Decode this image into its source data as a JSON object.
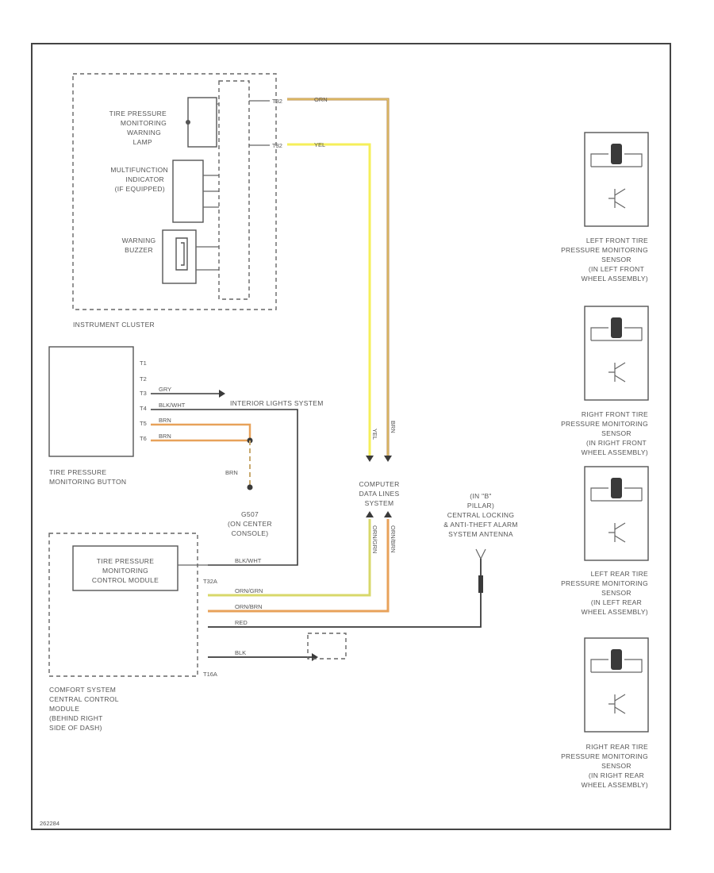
{
  "colors": {
    "gray_wire": "#3a3a3a",
    "yellow_wire": "#f5ef5a",
    "orange_wire": "#e8a25a",
    "brown_wire": "#b58a52",
    "frame": "#444444"
  },
  "instrument_cluster": {
    "name": "INSTRUMENT CLUSTER",
    "tpm_lamp": [
      "TIRE PRESSURE",
      "MONITORING",
      "WARNING",
      "LAMP"
    ],
    "mfi": [
      "MULTIFUNCTION",
      "INDICATOR",
      "(IF EQUIPPED)"
    ],
    "buzzer": [
      "WARNING",
      "BUZZER"
    ],
    "pin_top": "T32",
    "pin_bottom": "T32",
    "wire_top": "ORN",
    "wire_bottom": "YEL"
  },
  "tpm_button": {
    "name": [
      "TIRE PRESSURE",
      "MONITORING BUTTON"
    ],
    "pins": [
      "T1",
      "T2",
      "T3",
      "T4",
      "T5",
      "T6"
    ],
    "wire_gry": "GRY",
    "wire_blk": "BLK/WHT",
    "wire_brn1": "BRN",
    "wire_brn2": "BRN",
    "brn_drop": "BRN",
    "interior_lights": "INTERIOR LIGHTS SYSTEM"
  },
  "ground": {
    "name": [
      "G507",
      "(ON CENTER",
      "CONSOLE)"
    ]
  },
  "data_link": {
    "name": [
      "COMPUTER",
      "DATA LINES",
      "SYSTEM"
    ],
    "wire_left": "YEL",
    "wire_right": "BRN",
    "wire_left_bottom": "ORN/GRN",
    "wire_right_bottom": "ORN/BRN"
  },
  "b_pillar": {
    "name": [
      "(IN \"B\"",
      "PILLAR)",
      "CENTRAL LOCKING",
      "& ANTI-THEFT ALARM",
      "SYSTEM ANTENNA"
    ]
  },
  "comfort_module": {
    "tpm_module": [
      "TIRE PRESSURE",
      "MONITORING",
      "CONTROL MODULE"
    ],
    "connector_top": "T32A",
    "connector_bottom": "T16A",
    "wires": [
      "BLK/WHT",
      "ORN/GRN",
      "ORN/BRN",
      "RED",
      "BLK"
    ],
    "name": [
      "COMFORT SYSTEM",
      "CENTRAL CONTROL",
      "MODULE",
      "(BEHIND RIGHT",
      "SIDE OF DASH)"
    ]
  },
  "sensors": [
    {
      "name": [
        "LEFT FRONT TIRE",
        "PRESSURE MONITORING",
        "SENSOR",
        "(IN LEFT FRONT",
        "WHEEL ASSEMBLY)"
      ]
    },
    {
      "name": [
        "RIGHT FRONT TIRE",
        "PRESSURE MONITORING",
        "SENSOR",
        "(IN RIGHT FRONT",
        "WHEEL ASSEMBLY)"
      ]
    },
    {
      "name": [
        "LEFT REAR TIRE",
        "PRESSURE MONITORING",
        "SENSOR",
        "(IN LEFT REAR",
        "WHEEL ASSEMBLY)"
      ]
    },
    {
      "name": [
        "RIGHT REAR TIRE",
        "PRESSURE MONITORING",
        "SENSOR",
        "(IN RIGHT REAR",
        "WHEEL ASSEMBLY)"
      ]
    }
  ],
  "footer_code": "262284"
}
